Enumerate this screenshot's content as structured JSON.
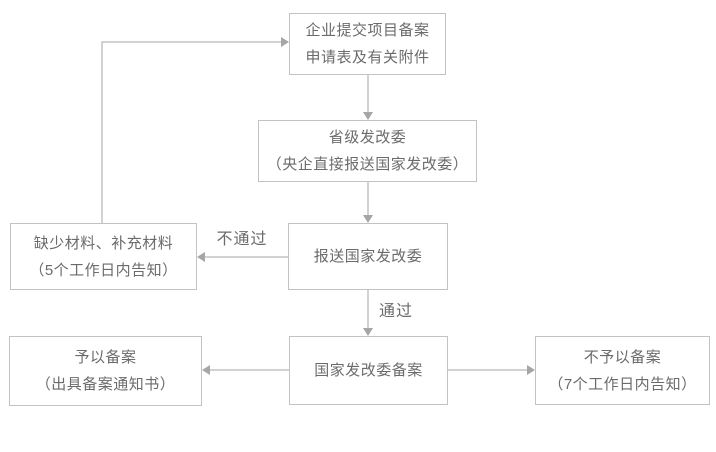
{
  "diagram": {
    "type": "flowchart",
    "colors": {
      "border": "#c3c3c3",
      "text": "#6b6b6b",
      "arrow": "#a6a6a6",
      "bg": "#ffffff"
    },
    "nodes": [
      {
        "id": "submit",
        "lines": [
          "企业提交项目备案",
          "申请表及有关附件"
        ]
      },
      {
        "id": "provincial",
        "lines": [
          "省级发改委",
          "（央企直接报送国家发改委）"
        ]
      },
      {
        "id": "report",
        "lines": [
          "报送国家发改委"
        ]
      },
      {
        "id": "missing",
        "lines": [
          "缺少材料、补充材料",
          "（5个工作日内告知）"
        ]
      },
      {
        "id": "filing",
        "lines": [
          "国家发改委备案"
        ]
      },
      {
        "id": "approved",
        "lines": [
          "予以备案",
          "（出具备案通知书）"
        ]
      },
      {
        "id": "rejected",
        "lines": [
          "不予以备案",
          "（7个工作日内告知）"
        ]
      }
    ],
    "edges": [
      {
        "from": "submit",
        "to": "provincial",
        "label": ""
      },
      {
        "from": "provincial",
        "to": "report",
        "label": ""
      },
      {
        "from": "report",
        "to": "missing",
        "label": "不通过"
      },
      {
        "from": "missing",
        "to": "submit",
        "label": ""
      },
      {
        "from": "report",
        "to": "filing",
        "label": "通过"
      },
      {
        "from": "filing",
        "to": "approved",
        "label": ""
      },
      {
        "from": "filing",
        "to": "rejected",
        "label": ""
      }
    ]
  }
}
